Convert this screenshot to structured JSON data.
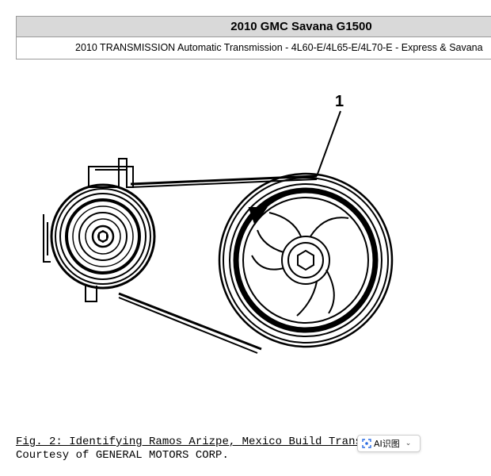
{
  "header": {
    "title": "2010 GMC Savana G1500",
    "subtitle": "2010 TRANSMISSION Automatic Transmission - 4L60-E/4L65-E/4L70-E - Express & Savana"
  },
  "figure": {
    "callout_number": "1"
  },
  "caption": {
    "figure_line": "Fig. 2: Identifying Ramos Arizpe, Mexico Build Transmi",
    "courtesy_line": "Courtesy of GENERAL MOTORS CORP."
  },
  "ai_button": {
    "label": "AI识图"
  },
  "icons": {
    "ai": "ai-scan-icon",
    "chevron": "chevron-down-icon"
  }
}
